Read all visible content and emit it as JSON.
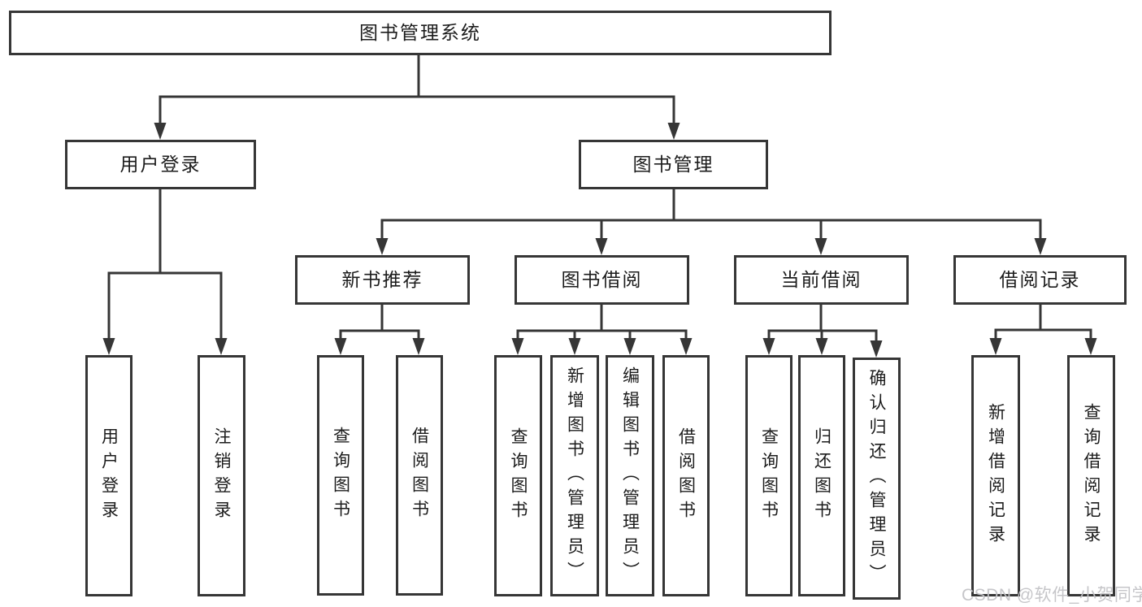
{
  "diagram": {
    "root": {
      "label": "图书管理系统"
    },
    "level2": {
      "user_login": {
        "label": "用户登录"
      },
      "book_mgmt": {
        "label": "图书管理"
      }
    },
    "level3": {
      "new_rec": {
        "label": "新书推荐"
      },
      "borrow": {
        "label": "图书借阅"
      },
      "current": {
        "label": "当前借阅"
      },
      "records": {
        "label": "借阅记录"
      }
    },
    "leaves": {
      "login": {
        "label": "用户登录"
      },
      "logout": {
        "label": "注销登录"
      },
      "rec_query": {
        "label": "查询图书"
      },
      "rec_borrow": {
        "label": "借阅图书"
      },
      "bor_query": {
        "label": "查询图书"
      },
      "bor_add": {
        "label": "新增图书（管理员）"
      },
      "bor_edit": {
        "label": "编辑图书（管理员）"
      },
      "bor_borrow": {
        "label": "借阅图书"
      },
      "cur_query": {
        "label": "查询图书"
      },
      "cur_return": {
        "label": "归还图书"
      },
      "cur_confirm": {
        "label": "确认归还（管理员）"
      },
      "log_add": {
        "label": "新增借阅记录"
      },
      "log_query": {
        "label": "查询借阅记录"
      }
    },
    "hierarchy": [
      {
        "parent": "图书管理系统",
        "children": [
          "用户登录",
          "图书管理"
        ]
      },
      {
        "parent": "用户登录",
        "children": [
          "用户登录",
          "注销登录"
        ]
      },
      {
        "parent": "图书管理",
        "children": [
          "新书推荐",
          "图书借阅",
          "当前借阅",
          "借阅记录"
        ]
      },
      {
        "parent": "新书推荐",
        "children": [
          "查询图书",
          "借阅图书"
        ]
      },
      {
        "parent": "图书借阅",
        "children": [
          "查询图书",
          "新增图书（管理员）",
          "编辑图书（管理员）",
          "借阅图书"
        ]
      },
      {
        "parent": "当前借阅",
        "children": [
          "查询图书",
          "归还图书",
          "确认归还（管理员）"
        ]
      },
      {
        "parent": "借阅记录",
        "children": [
          "新增借阅记录",
          "查询借阅记录"
        ]
      }
    ],
    "watermark": "CSDN @软件_小贺同学"
  },
  "colors": {
    "background": "#ffffff",
    "line": "#363636",
    "text": "#1c1c1c",
    "watermark": "#c3c3c7"
  }
}
